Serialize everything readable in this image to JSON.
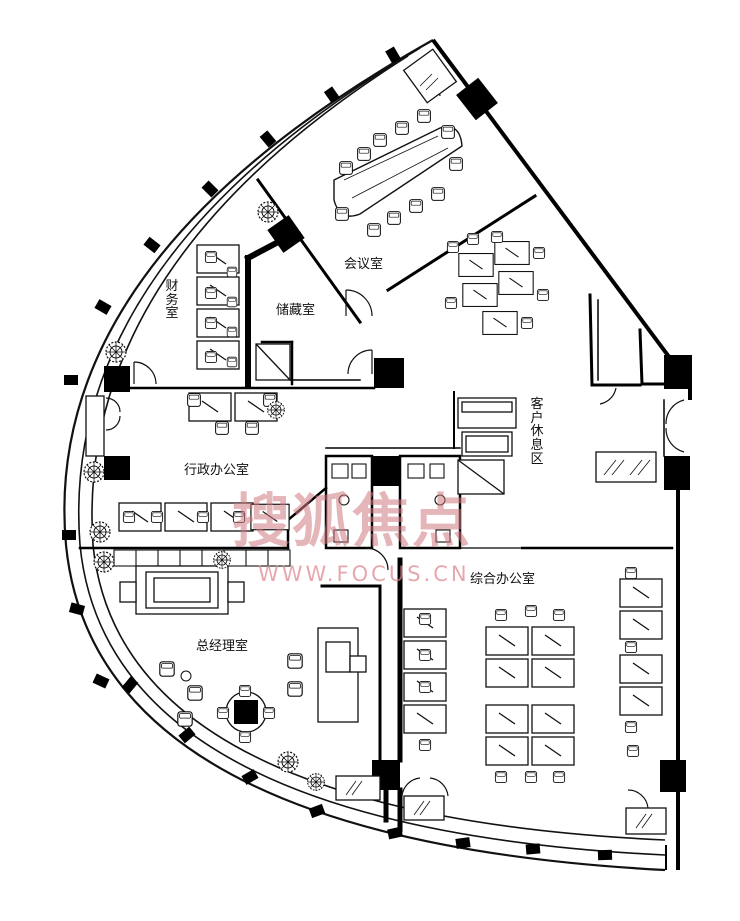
{
  "rooms": {
    "meeting_room": "会议室",
    "finance_room": "财务室",
    "storage_room": "储藏室",
    "admin_office": "行政办公室",
    "client_lounge": "客户休息区",
    "general_office": "综合办公室",
    "gm_office": "总经理室"
  },
  "watermark": {
    "brand": "搜狐焦点",
    "site": "WWW.FOCUS.CN"
  },
  "colors": {
    "wall": "#000000",
    "line": "#111111",
    "watermark": "#d88a90"
  }
}
